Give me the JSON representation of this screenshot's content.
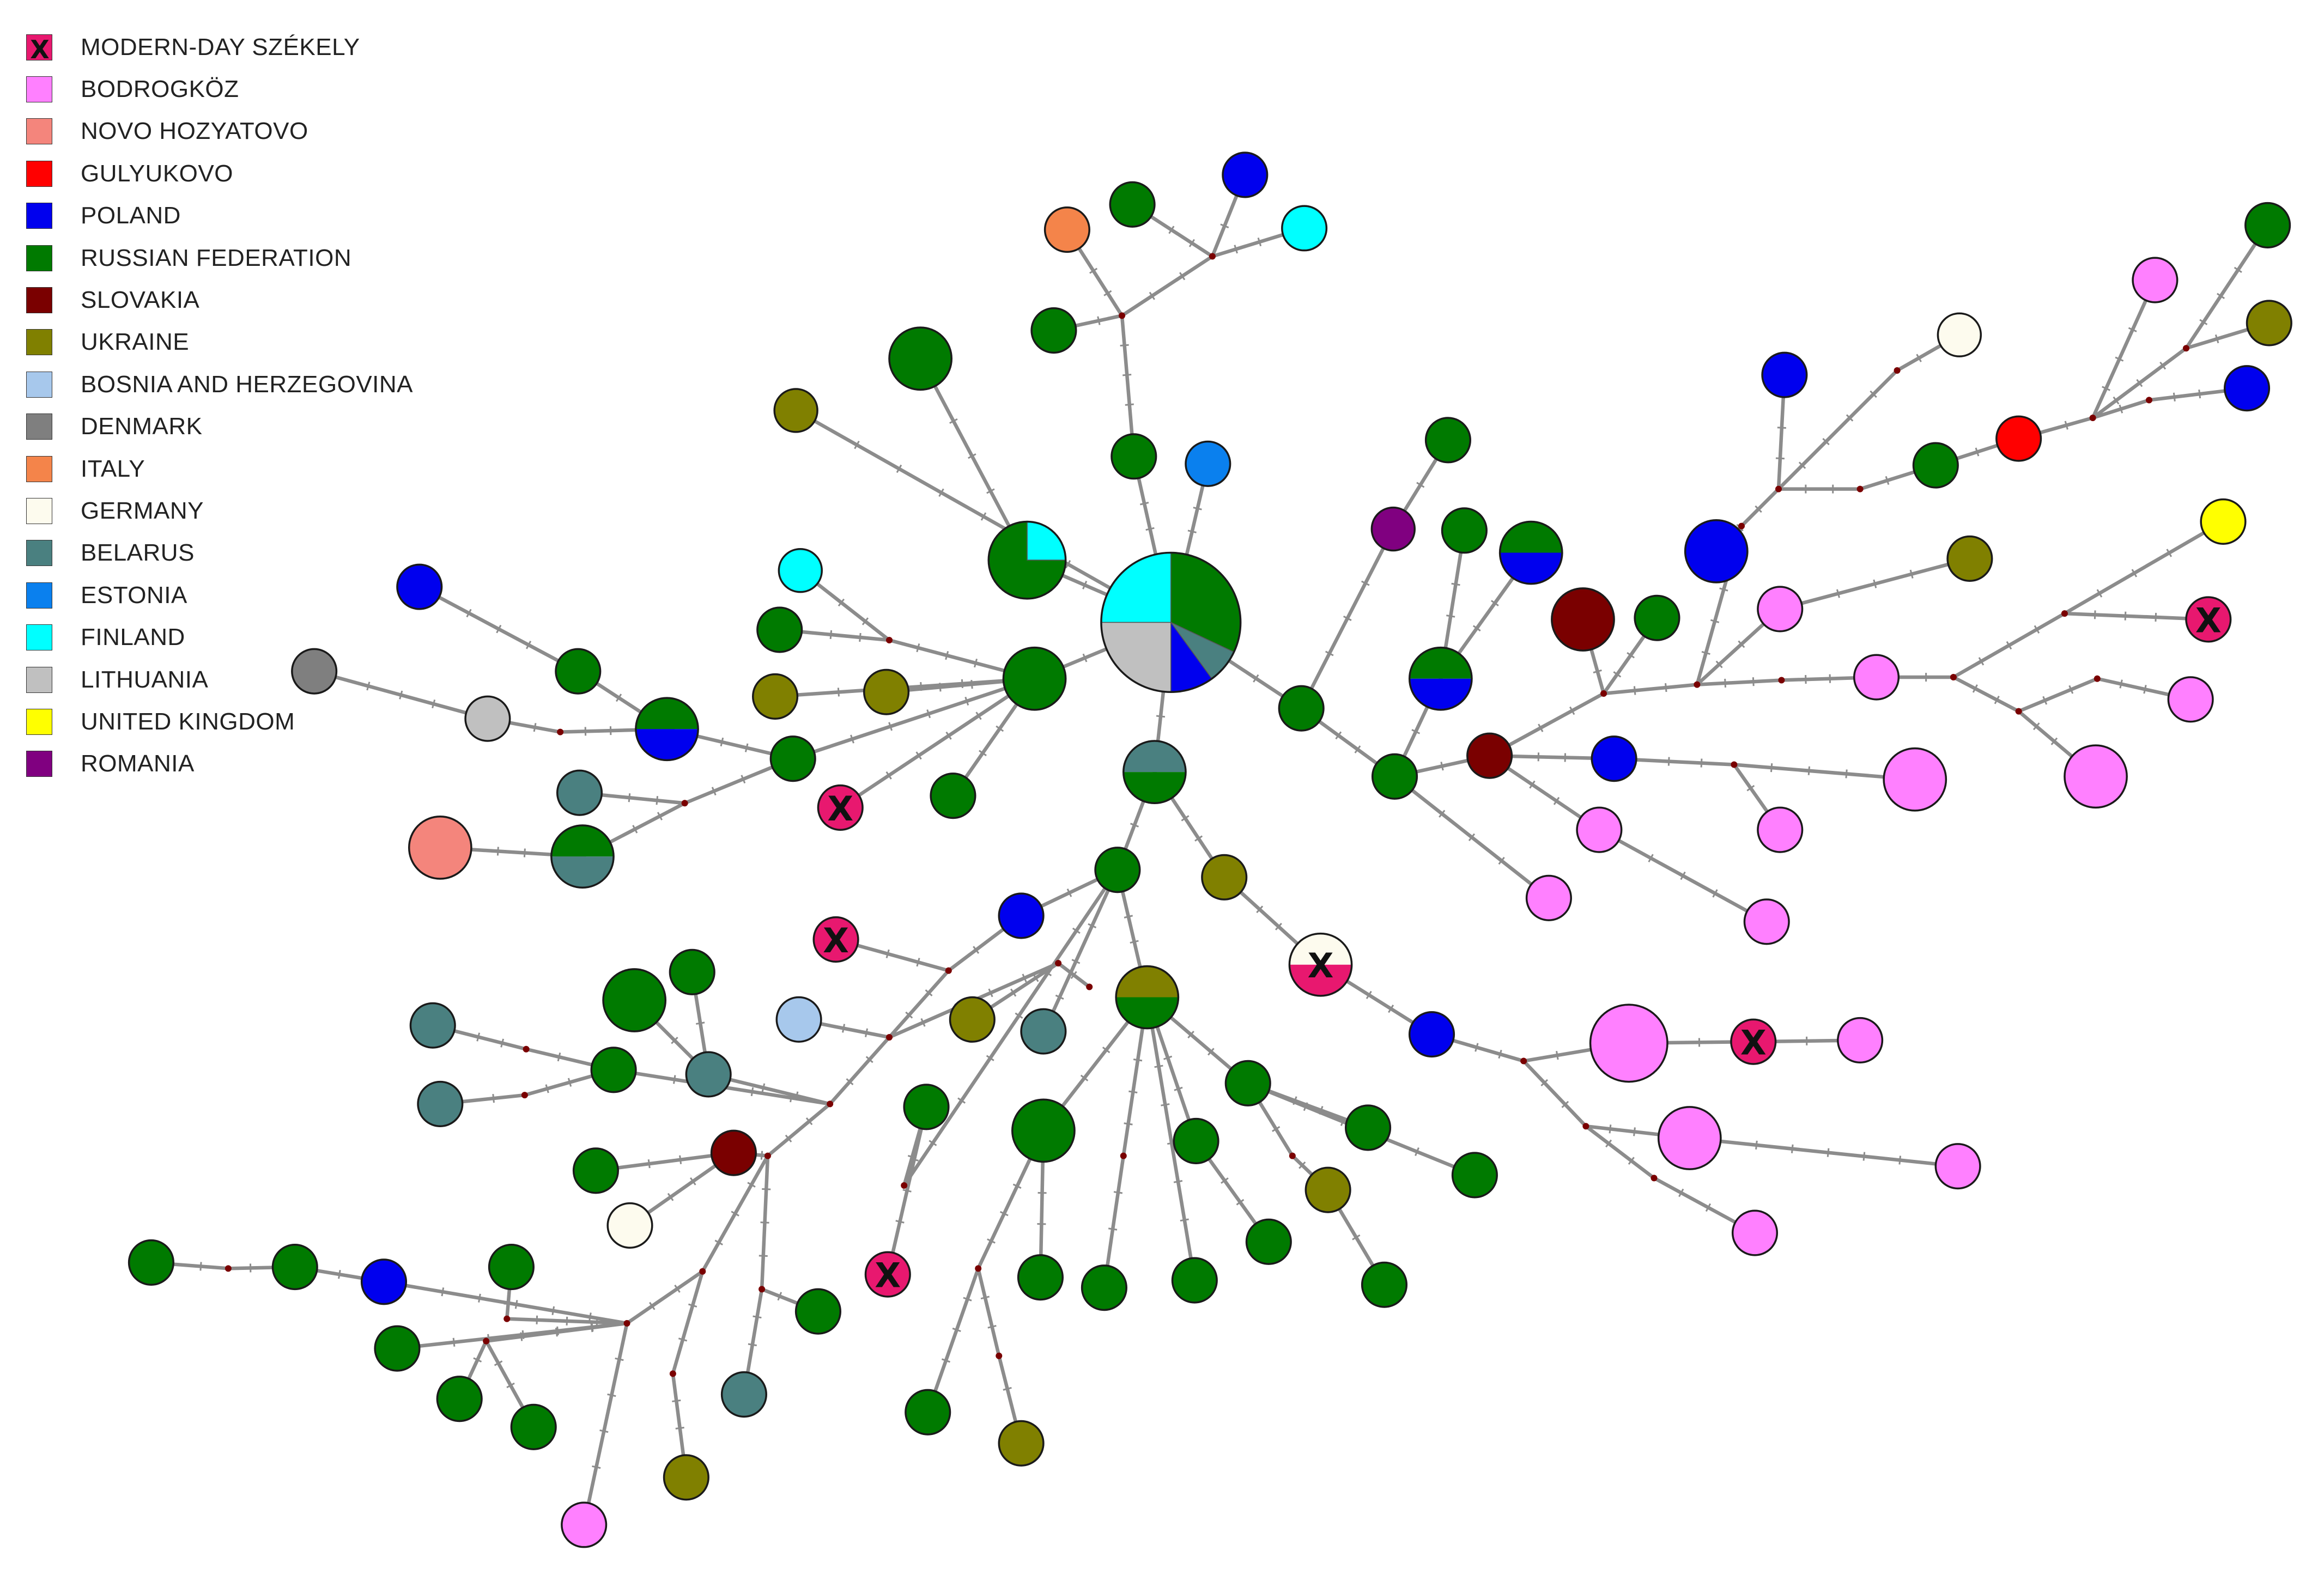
{
  "legend": [
    {
      "key": "szekely",
      "label": "MODERN-DAY SZÉKELY",
      "color": "#e8186f",
      "marker": "X"
    },
    {
      "key": "bodrogkoz",
      "label": "BODROGKÖZ",
      "color": "#ff80ff"
    },
    {
      "key": "novo",
      "label": "NOVO HOZYATOVO",
      "color": "#f4857c"
    },
    {
      "key": "gulyukovo",
      "label": "GULYUKOVO",
      "color": "#ff0000"
    },
    {
      "key": "poland",
      "label": "POLAND",
      "color": "#0000ee"
    },
    {
      "key": "russia",
      "label": "RUSSIAN FEDERATION",
      "color": "#007a00"
    },
    {
      "key": "slovakia",
      "label": "SLOVAKIA",
      "color": "#7a0000"
    },
    {
      "key": "ukraine",
      "label": "UKRAINE",
      "color": "#808000"
    },
    {
      "key": "bosnia",
      "label": "BOSNIA AND HERZEGOVINA",
      "color": "#a7c8ec"
    },
    {
      "key": "denmark",
      "label": "DENMARK",
      "color": "#7f7f7f"
    },
    {
      "key": "italy",
      "label": "ITALY",
      "color": "#f4844a"
    },
    {
      "key": "germany",
      "label": "GERMANY",
      "color": "#fdfbee"
    },
    {
      "key": "belarus",
      "label": "BELARUS",
      "color": "#4a8080"
    },
    {
      "key": "estonia",
      "label": "ESTONIA",
      "color": "#0a80ee"
    },
    {
      "key": "finland",
      "label": "FINLAND",
      "color": "#00ffff"
    },
    {
      "key": "lithuania",
      "label": "LITHUANIA",
      "color": "#c0c0c0"
    },
    {
      "key": "uk",
      "label": "UNITED KINGDOM",
      "color": "#ffff00"
    },
    {
      "key": "romania",
      "label": "ROMANIA",
      "color": "#800080"
    }
  ],
  "node_marker": "X"
}
